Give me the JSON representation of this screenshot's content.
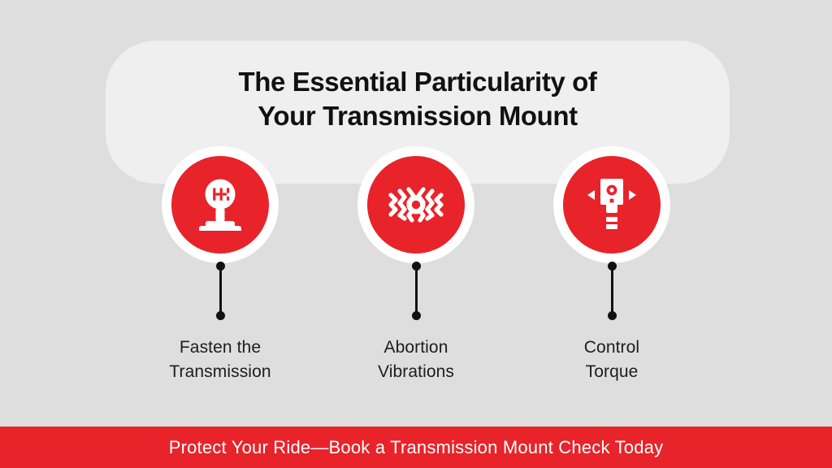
{
  "page": {
    "background_color": "#dedede",
    "panel_color": "#efefef",
    "accent_color": "#e8232a",
    "text_color": "#111111"
  },
  "header": {
    "title": "The Essential Particularity of\nYour Transmission Mount"
  },
  "features": [
    {
      "icon": "gear-shifter-icon",
      "caption": "Fasten the\nTransmission"
    },
    {
      "icon": "vibration-icon",
      "caption": "Abortion\nVibrations"
    },
    {
      "icon": "torque-wrench-icon",
      "caption": "Control\nTorque"
    }
  ],
  "banner": {
    "text": "Protect Your Ride—Book a Transmission Mount Check Today",
    "background_color": "#e8232a",
    "text_color": "#ffffff"
  }
}
